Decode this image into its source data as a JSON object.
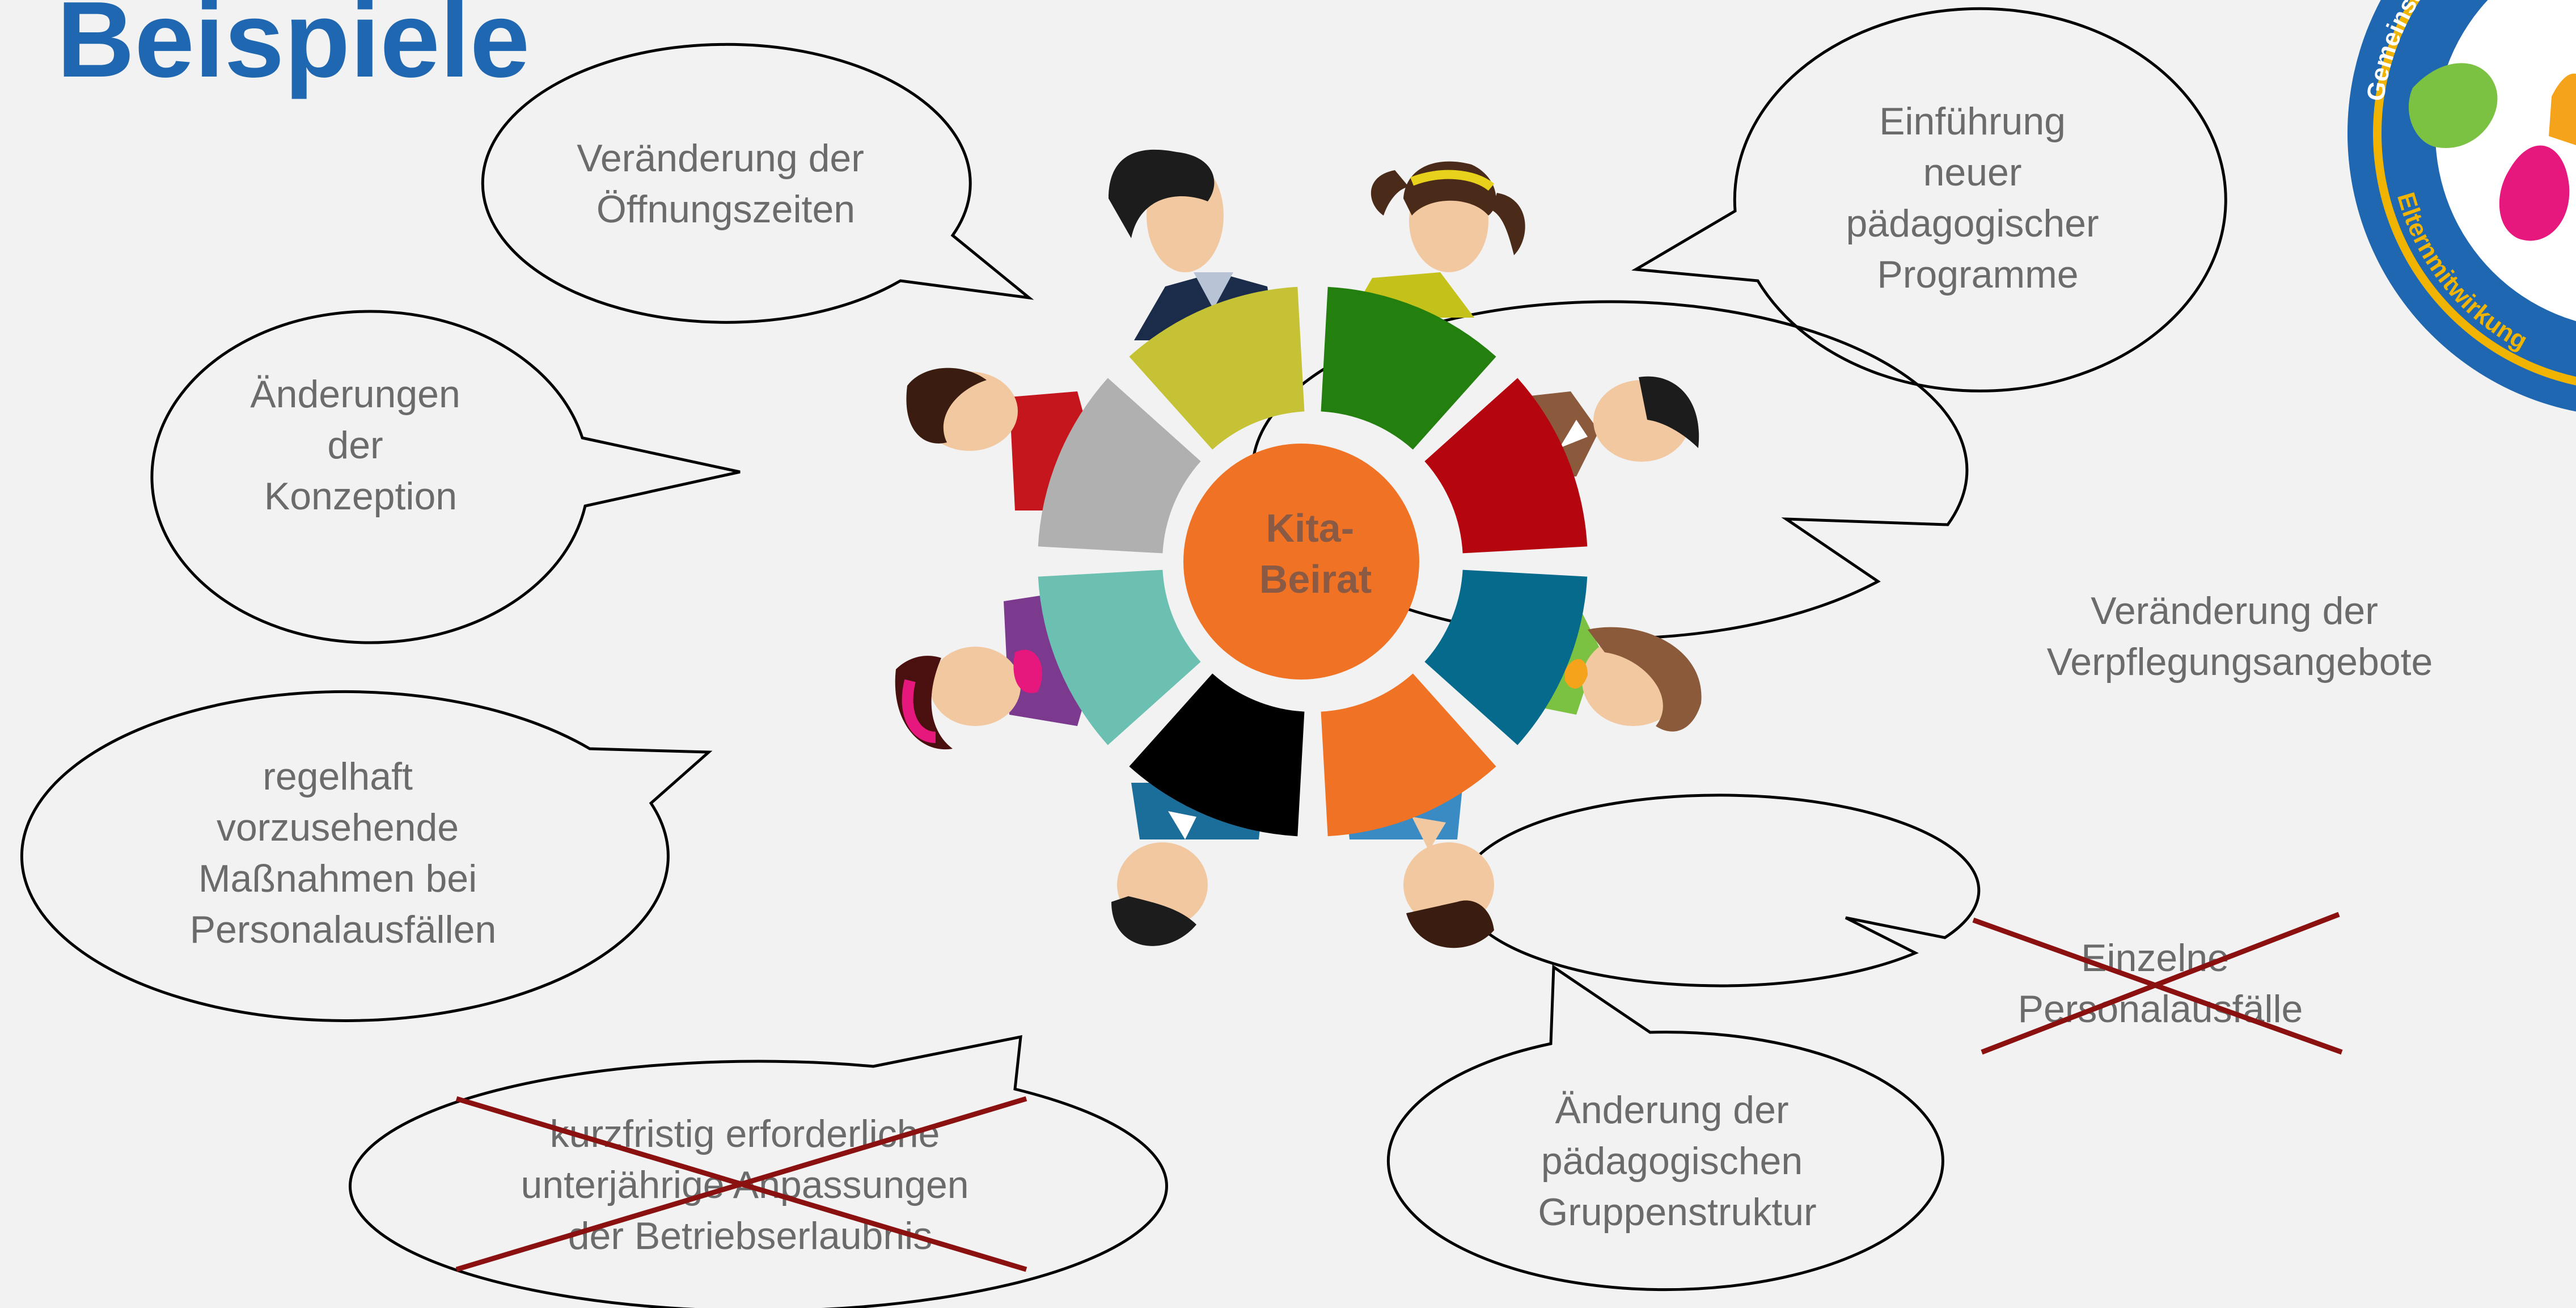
{
  "title": "Beispiele",
  "center_label": [
    "Kita-",
    "Beirat"
  ],
  "logo": {
    "ring_text_top": "Gemeinsam für eine",
    "ring_text_bottom": "Elternmitwirkung",
    "ring_color": "#1f67b1",
    "accent_color": "#f0b400"
  },
  "bubbles": [
    {
      "id": "oeffnungszeiten",
      "lines": [
        "Veränderung der",
        "Öffnungszeiten"
      ],
      "crossed": false
    },
    {
      "id": "konzeption",
      "lines": [
        "Änderungen",
        "der",
        "Konzeption"
      ],
      "crossed": false
    },
    {
      "id": "personalausfaelle-massnahmen",
      "lines": [
        "regelhaft",
        "vorzusehende",
        "Maßnahmen bei",
        "Personalausfällen"
      ],
      "crossed": false
    },
    {
      "id": "betriebserlaubnis",
      "lines": [
        "kurzfristig erforderliche",
        "unterjährige Anpassungen",
        "der Betriebserlaubnis"
      ],
      "crossed": true
    },
    {
      "id": "programme",
      "lines": [
        "Einführung",
        "neuer",
        "pädagogischer",
        "Programme"
      ],
      "crossed": false
    },
    {
      "id": "verpflegung",
      "lines": [
        "Veränderung der",
        "Verpflegungsangebote"
      ],
      "crossed": false
    },
    {
      "id": "einzelne-personalausfaelle",
      "lines": [
        "Einzelne",
        "Personalausfälle"
      ],
      "crossed": true
    },
    {
      "id": "gruppenstruktur",
      "lines": [
        "Änderung der",
        "pädagogischen",
        "Gruppenstruktur"
      ],
      "crossed": false
    }
  ],
  "colors": {
    "title": "#1f67b1",
    "center": "#f07325",
    "cross": "#8b1111",
    "bubble_text": "#6b6b6b",
    "segments": [
      "#24800e",
      "#b5060f",
      "#056a8c",
      "#f07325",
      "#000000",
      "#6cc0b1",
      "#b0b0b0",
      "#c6c235"
    ]
  }
}
